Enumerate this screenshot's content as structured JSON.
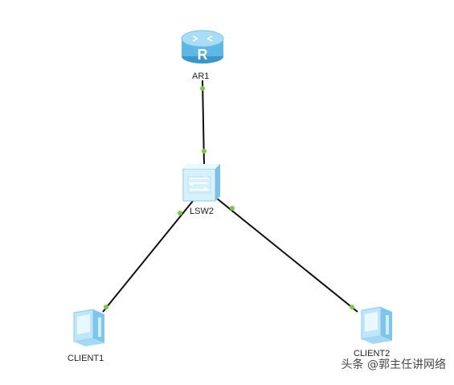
{
  "nodes": {
    "router": {
      "label": "AR1",
      "icon": "router-icon",
      "icon_letter": "R"
    },
    "switch": {
      "label": "LSW2",
      "icon": "switch-icon"
    },
    "client1": {
      "label": "CLIENT1",
      "icon": "pc-icon"
    },
    "client2": {
      "label": "CLIENT2",
      "icon": "pc-icon"
    }
  },
  "links": [
    {
      "from": "router",
      "to": "switch"
    },
    {
      "from": "switch",
      "to": "client1"
    },
    {
      "from": "switch",
      "to": "client2"
    }
  ],
  "colors": {
    "link": "#111111",
    "port": "#7ac943",
    "router_body": "#5fb7e6",
    "router_top": "#a9dcf6",
    "switch_body": "#bfe6fa",
    "pc_body": "#cfeefe"
  },
  "watermark": "头条 @郭主任讲网络"
}
